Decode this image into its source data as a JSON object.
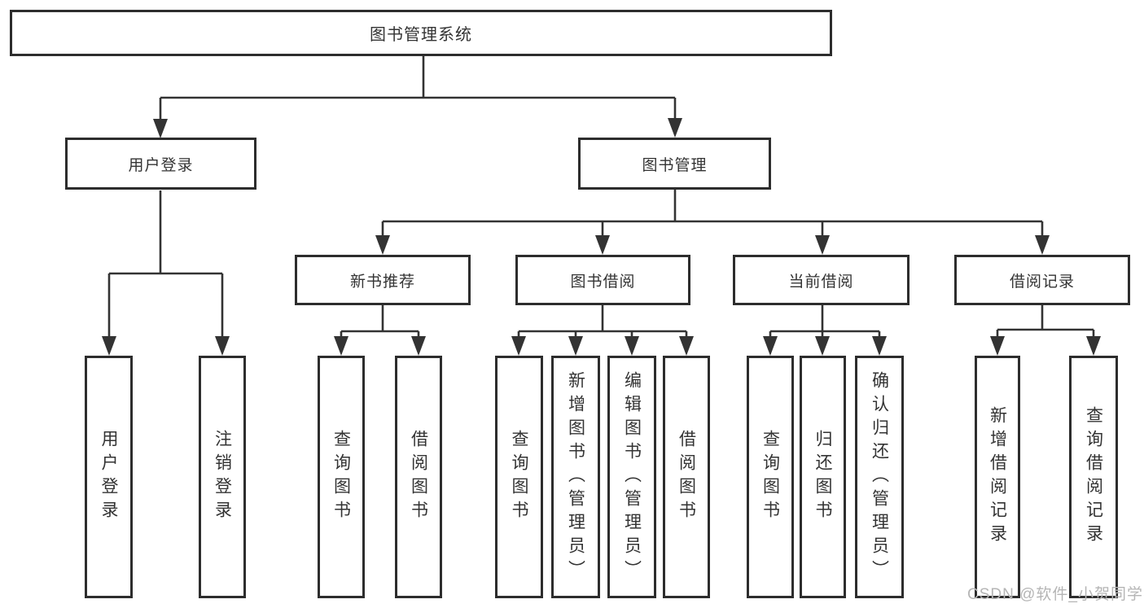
{
  "colors": {
    "line": "#333333",
    "border": "#2d2d2d",
    "text": "#333333",
    "watermark": "#b5b5b5",
    "bg": "#ffffff"
  },
  "tree": {
    "root": "图书管理系统",
    "children": [
      {
        "label": "用户登录",
        "children": [
          "用户登录",
          "注销登录"
        ]
      },
      {
        "label": "图书管理",
        "children": [
          {
            "label": "新书推荐",
            "children": [
              "查询图书",
              "借阅图书"
            ]
          },
          {
            "label": "图书借阅",
            "children": [
              "查询图书",
              "新增图书（管理员）",
              "编辑图书（管理员）",
              "借阅图书"
            ]
          },
          {
            "label": "当前借阅",
            "children": [
              "查询图书",
              "归还图书",
              "确认归还（管理员）"
            ]
          },
          {
            "label": "借阅记录",
            "children": [
              "新增借阅记录",
              "查询借阅记录"
            ]
          }
        ]
      }
    ]
  },
  "watermark": {
    "text": "CSDN @软件_小贺同学"
  }
}
